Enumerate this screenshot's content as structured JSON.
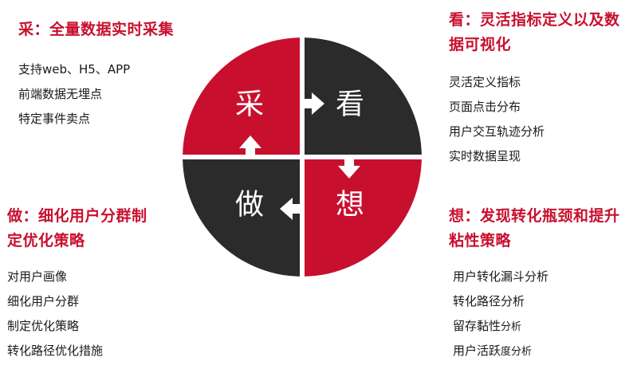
{
  "colors": {
    "accent": "#c8102e",
    "dark": "#2b2b2b",
    "text": "#1a1a1a"
  },
  "quadrants": {
    "collect": {
      "char": "采",
      "color": "#c8102e"
    },
    "view": {
      "char": "看",
      "color": "#2b2b2b"
    },
    "think": {
      "char": "想",
      "color": "#c8102e"
    },
    "do": {
      "char": "做",
      "color": "#2b2b2b"
    }
  },
  "sections": {
    "collect": {
      "heading": "采：全量数据实时采集",
      "items": [
        "支持web、H5、APP",
        "前端数据无埋点",
        "特定事件卖点"
      ]
    },
    "view": {
      "heading_line1": "看：灵活指标定义以及数",
      "heading_line2": "据可视化",
      "items": [
        "灵活定义指标",
        "页面点击分布",
        "用户交互轨迹分析",
        "实时数据呈现"
      ]
    },
    "do": {
      "heading_line1": "做：细化用户分群制",
      "heading_line2": "定优化策略",
      "items": [
        "对用户画像",
        "细化用户分群",
        "制定优化策略",
        "转化路径优化措施"
      ]
    },
    "think": {
      "heading_line1": "想：发现转化瓶颈和提升",
      "heading_line2": "粘性策略",
      "items": [
        {
          "main": "用户转化漏斗分析",
          "small": ""
        },
        {
          "main": "转化路径分析",
          "small": ""
        },
        {
          "main": "留存黏性",
          "small": "分析"
        },
        {
          "main": "用户活跃",
          "small": "度分析"
        }
      ]
    }
  }
}
